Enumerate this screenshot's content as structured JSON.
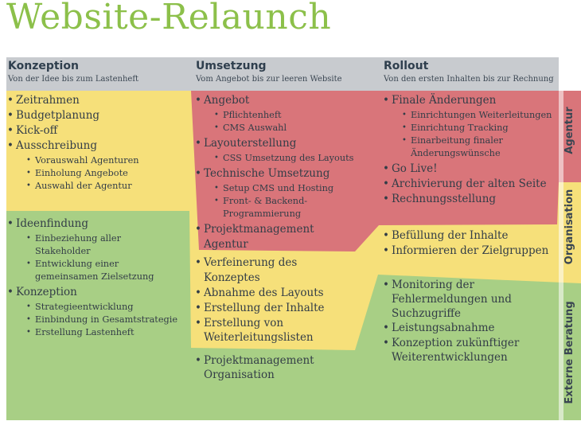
{
  "title": "Website-Relaunch",
  "colors": {
    "header": "#c8cbcf",
    "yellow": "#f6e07a",
    "red": "#d9757a",
    "green": "#a8cf85",
    "title": "#8cc04a"
  },
  "columns": [
    {
      "title": "Konzeption",
      "subtitle": "Von der Idee bis zum Lastenheft"
    },
    {
      "title": "Umsetzung",
      "subtitle": "Vom Angebot bis zur leeren Website"
    },
    {
      "title": "Rollout",
      "subtitle": "Von den ersten Inhalten bis zur Rechnung"
    }
  ],
  "side_labels": {
    "agentur": "Agentur",
    "organisation": "Organisation",
    "externe": "Externe Beratung"
  },
  "konzeption_top": [
    {
      "label": "Zeitrahmen"
    },
    {
      "label": "Budgetplanung"
    },
    {
      "label": "Kick-off"
    },
    {
      "label": "Ausschreibung",
      "children": [
        "Vorauswahl Agenturen",
        "Einholung Angebote",
        "Auswahl der Agentur"
      ]
    }
  ],
  "konzeption_bottom": [
    {
      "label": "Ideenfindung",
      "children": [
        "Einbeziehung aller Stakeholder",
        "Entwicklung einer gemeinsamen Zielsetzung"
      ]
    },
    {
      "label": "Konzeption",
      "children": [
        "Strategieentwicklung",
        "Einbindung in Gesamtstrategie",
        "Erstellung Lastenheft"
      ]
    }
  ],
  "umsetzung_red": [
    {
      "label": "Angebot",
      "children": [
        "Pflichtenheft",
        "CMS Auswahl"
      ]
    },
    {
      "label": "Layouterstellung",
      "children": [
        "CSS Umsetzung des Layouts"
      ]
    },
    {
      "label": "Technische Umsetzung",
      "children": [
        "Setup CMS und Hosting",
        "Front- & Backend-Programmierung"
      ]
    },
    {
      "label": "Projektmanagement Agentur"
    }
  ],
  "umsetzung_yellow": [
    {
      "label": "Verfeinerung des Konzeptes"
    },
    {
      "label": "Abnahme des Layouts"
    },
    {
      "label": "Erstellung der Inhalte"
    },
    {
      "label": "Erstellung von Weiterleitungslisten"
    }
  ],
  "umsetzung_green": [
    {
      "label": "Projektmanagement Organisation"
    }
  ],
  "rollout_red": [
    {
      "label": "Finale Änderungen",
      "children": [
        "Einrichtungen Weiterleitungen",
        "Einrichtung Tracking",
        "Einarbeitung finaler Änderungswünsche"
      ]
    },
    {
      "label": "Go Live!"
    },
    {
      "label": "Archivierung der alten Seite"
    },
    {
      "label": "Rechnungsstellung"
    }
  ],
  "rollout_yellow": [
    {
      "label": "Befüllung der Inhalte"
    },
    {
      "label": "Informieren der Zielgruppen"
    }
  ],
  "rollout_green": [
    {
      "label": "Monitoring der Fehlermeldungen und Suchzugriffe"
    },
    {
      "label": "Leistungsabnahme"
    },
    {
      "label": "Konzeption zukünftiger Weiterentwicklungen"
    }
  ]
}
